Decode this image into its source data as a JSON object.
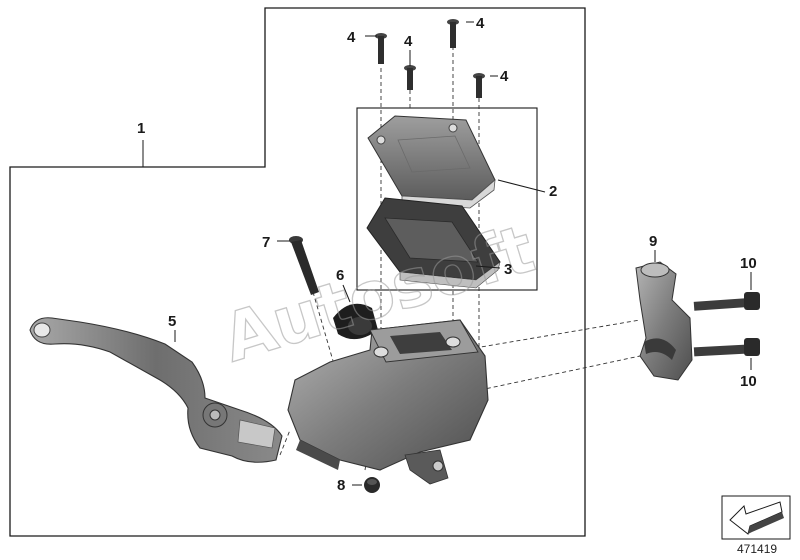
{
  "diagram": {
    "id_number": "471419",
    "watermark": "Autosoft",
    "callouts": [
      {
        "key": "c1",
        "label": "1"
      },
      {
        "key": "c2",
        "label": "2"
      },
      {
        "key": "c3",
        "label": "3"
      },
      {
        "key": "c4a",
        "label": "4"
      },
      {
        "key": "c4b",
        "label": "4"
      },
      {
        "key": "c4c",
        "label": "4"
      },
      {
        "key": "c4d",
        "label": "4"
      },
      {
        "key": "c5",
        "label": "5"
      },
      {
        "key": "c6",
        "label": "6"
      },
      {
        "key": "c7",
        "label": "7"
      },
      {
        "key": "c8",
        "label": "8"
      },
      {
        "key": "c9",
        "label": "9"
      },
      {
        "key": "c10a",
        "label": "10"
      },
      {
        "key": "c10b",
        "label": "10"
      }
    ],
    "colors": {
      "frame": "#1a1a1a",
      "part_dark": "#5a5a5a",
      "part_mid": "#8c8c8c",
      "part_light": "#bdbdbd",
      "leader": "#1a1a1a"
    },
    "icons": [
      "forward-arrow-icon"
    ]
  }
}
